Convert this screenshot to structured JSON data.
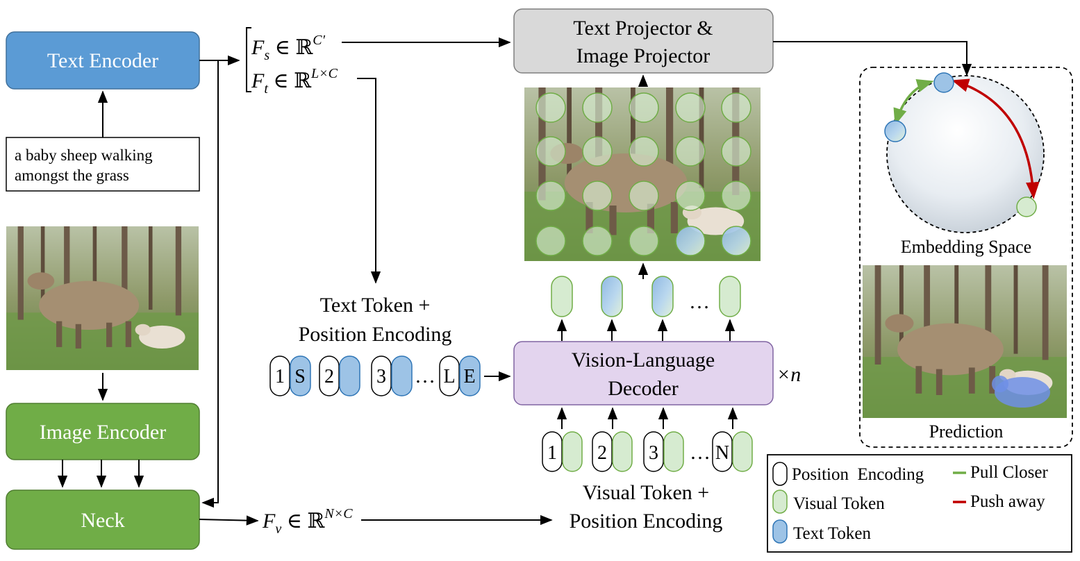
{
  "blocks": {
    "text_encoder": "Text Encoder",
    "image_encoder": "Image Encoder",
    "neck": "Neck",
    "projector_line1": "Text Projector &",
    "projector_line2": "Image Projector",
    "decoder_line1": "Vision-Language",
    "decoder_line2": "Decoder",
    "repeat": "×n"
  },
  "caption": {
    "line1": "a baby sheep walking",
    "line2": "amongst the grass"
  },
  "features": {
    "fs_sym": "F",
    "fs_sub": "s",
    "fs_set": " ∈ ℝ",
    "fs_sup": "C′",
    "ft_sym": "F",
    "ft_sub": "t",
    "ft_set": " ∈ ℝ",
    "ft_sup": "L×C",
    "fv_sym": "F",
    "fv_sub": "v",
    "fv_set": " ∈ ℝ",
    "fv_sup": "N×C"
  },
  "text_tokens": {
    "title_line1": "Text Token +",
    "title_line2": "Position Encoding",
    "pos": [
      "1",
      "2",
      "3",
      "L"
    ],
    "first_label": "S",
    "last_label": "E",
    "ellipsis": "…"
  },
  "visual_tokens": {
    "title_line1": "Visual Token +",
    "title_line2": "Position Encoding",
    "pos": [
      "1",
      "2",
      "3",
      "N"
    ],
    "ellipsis": "…"
  },
  "output_ellipsis": "…",
  "embedding_space_label": "Embedding Space",
  "prediction_label": "Prediction",
  "legend": {
    "position": "Position  Encoding",
    "visual": "Visual Token",
    "text": "Text Token",
    "pull": "Pull Closer",
    "push": "Push away"
  },
  "colors": {
    "text_encoder": "#5b9bd5",
    "green_block": "#70ad47",
    "projector": "#d9d9d9",
    "decoder": "#e3d4ee",
    "visual_token": "#d6ebd0",
    "text_token": "#9dc3e6",
    "pull": "#70ad47",
    "push": "#c00000"
  }
}
